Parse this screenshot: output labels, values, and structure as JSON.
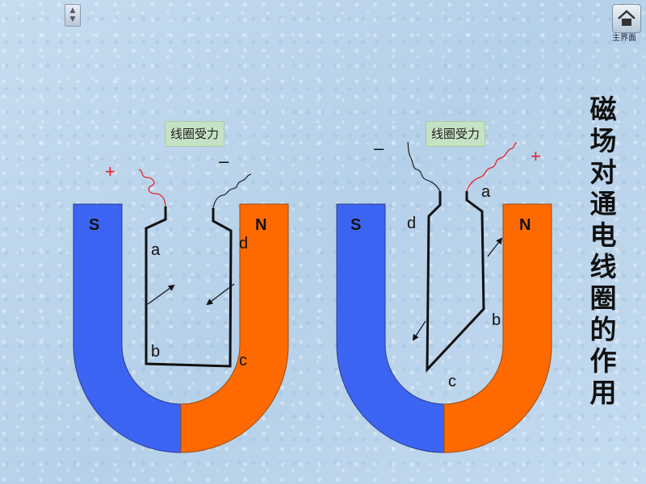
{
  "nav": {
    "arrows_icon": "up-down-arrows-icon"
  },
  "home": {
    "label": "主界面",
    "icon": "home-icon"
  },
  "title_chars": [
    "磁",
    "场",
    "对",
    "通",
    "电",
    "线",
    "圈",
    "的",
    "作",
    "用"
  ],
  "left_diagram": {
    "caption": "线圈受力",
    "pole_south": "S",
    "pole_north": "N",
    "plus": "+",
    "minus": "–",
    "labels": {
      "a": "a",
      "b": "b",
      "c": "c",
      "d": "d"
    }
  },
  "right_diagram": {
    "caption": "线圈受力",
    "pole_south": "S",
    "pole_north": "N",
    "plus": "+",
    "minus": "–",
    "labels": {
      "a": "a",
      "b": "b",
      "c": "c",
      "d": "d"
    }
  },
  "colors": {
    "south_pole": "#3c64f2",
    "north_pole": "#ff6a00",
    "wire": "#111111",
    "positive_lead": "#e8202a",
    "label_box": "#c6e2c4"
  }
}
